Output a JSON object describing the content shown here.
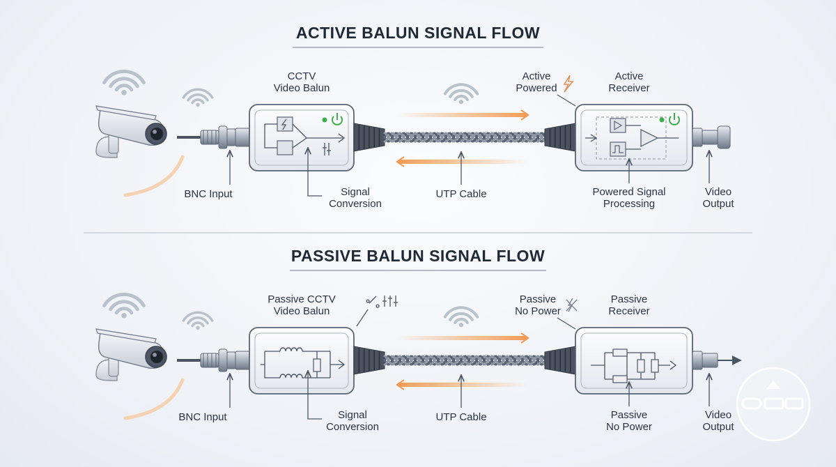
{
  "sections": [
    {
      "title": "ACTIVE BALUN SIGNAL FLOW",
      "labels": {
        "balun": [
          "CCTV",
          "Video Balun"
        ],
        "power_state": [
          "Active",
          "Powered"
        ],
        "receiver": [
          "Active",
          "Receiver"
        ],
        "bnc_input": [
          "BNC Input"
        ],
        "signal_conversion": [
          "Signal",
          "Conversion"
        ],
        "cable": [
          "UTP Cable"
        ],
        "processing": [
          "Powered Signal",
          "Processing"
        ],
        "video_output": [
          "Video",
          "Output"
        ]
      }
    },
    {
      "title": "PASSIVE BALUN SIGNAL FLOW",
      "labels": {
        "balun": [
          "Passive CCTV",
          "Video Balun"
        ],
        "power_state": [
          "Passive",
          "No Power"
        ],
        "receiver": [
          "Passive",
          "Receiver"
        ],
        "bnc_input": [
          "BNC Input"
        ],
        "signal_conversion": [
          "Signal",
          "Conversion"
        ],
        "cable": [
          "UTP Cable"
        ],
        "processing": [
          "Passive",
          "No Power"
        ],
        "video_output": [
          "Video",
          "Output"
        ]
      }
    }
  ],
  "colors": {
    "accent_glow": "#f5b27a",
    "power_green": "#3fae4a",
    "outline": "#5a6474",
    "text": "#2a3442"
  },
  "icons": [
    "cctv-camera-icon",
    "wifi-icon",
    "bnc-connector-icon",
    "lightning-icon",
    "no-power-icon",
    "power-icon",
    "adjust-icon"
  ]
}
